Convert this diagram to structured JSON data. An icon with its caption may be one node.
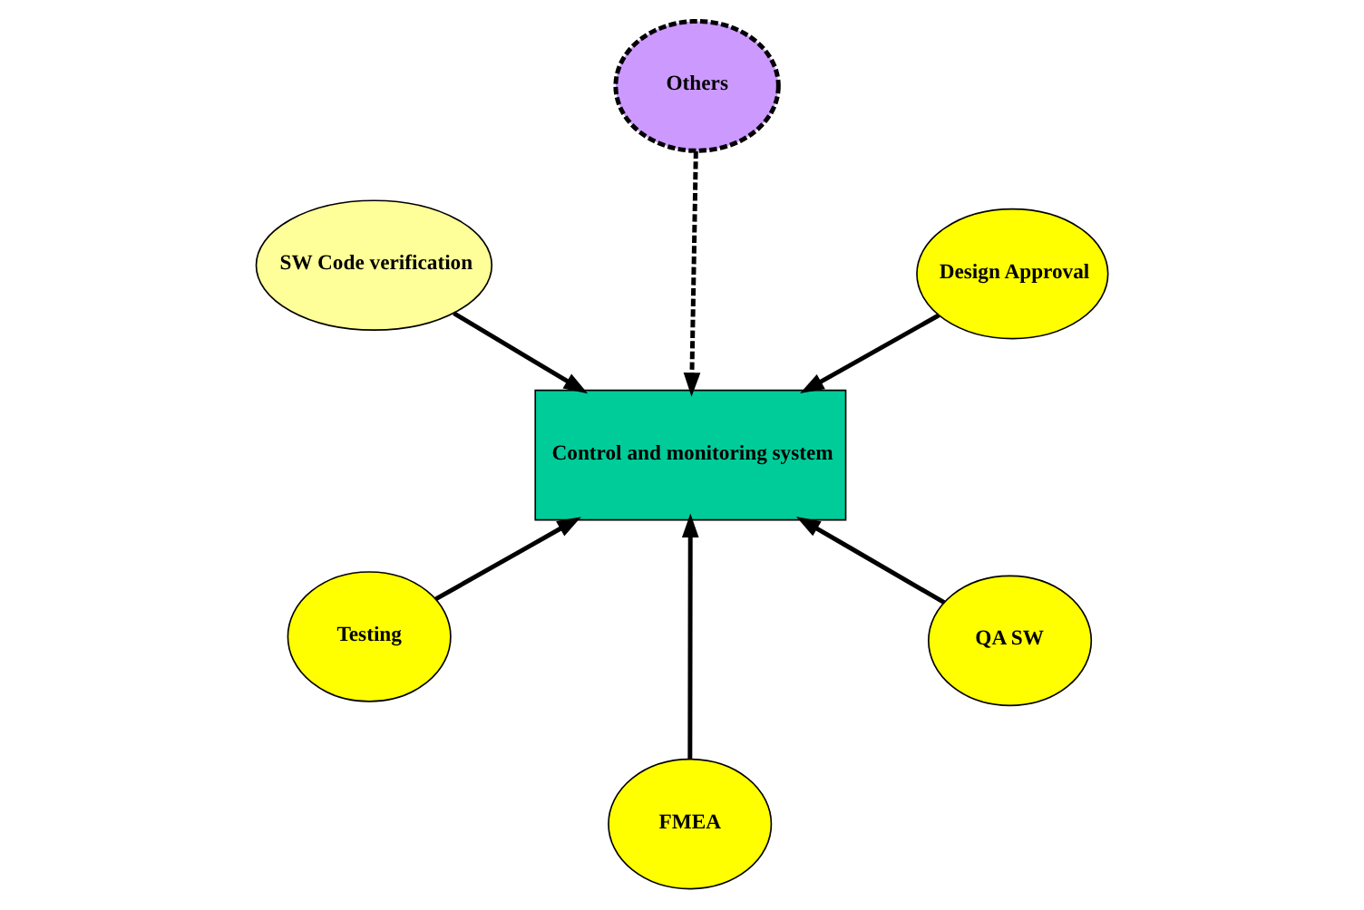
{
  "diagram": {
    "nodes": [
      {
        "text": [
          "Control and monitoring system"
        ]
      },
      {
        "text": [
          "QA SW"
        ]
      },
      {
        "text": [
          "FMEA"
        ]
      },
      {
        "text": [
          "SW Code verification"
        ]
      },
      {
        "text": [
          "Design Approval"
        ]
      },
      {
        "text": [
          "Others"
        ]
      },
      {
        "text": [
          "Testing"
        ]
      }
    ],
    "edges": [
      {
        "from": 1,
        "to": 0,
        "arrow": "to"
      },
      {
        "from": 2,
        "to": 0,
        "arrow": "to"
      },
      {
        "from": 3,
        "to": 0,
        "arrow": "to"
      },
      {
        "from": 4,
        "to": 0,
        "arrow": "to"
      },
      {
        "from": 5,
        "to": 0,
        "arrow": "to",
        "style": "dashed"
      },
      {
        "from": 6,
        "to": 0,
        "arrow": "to"
      }
    ]
  }
}
